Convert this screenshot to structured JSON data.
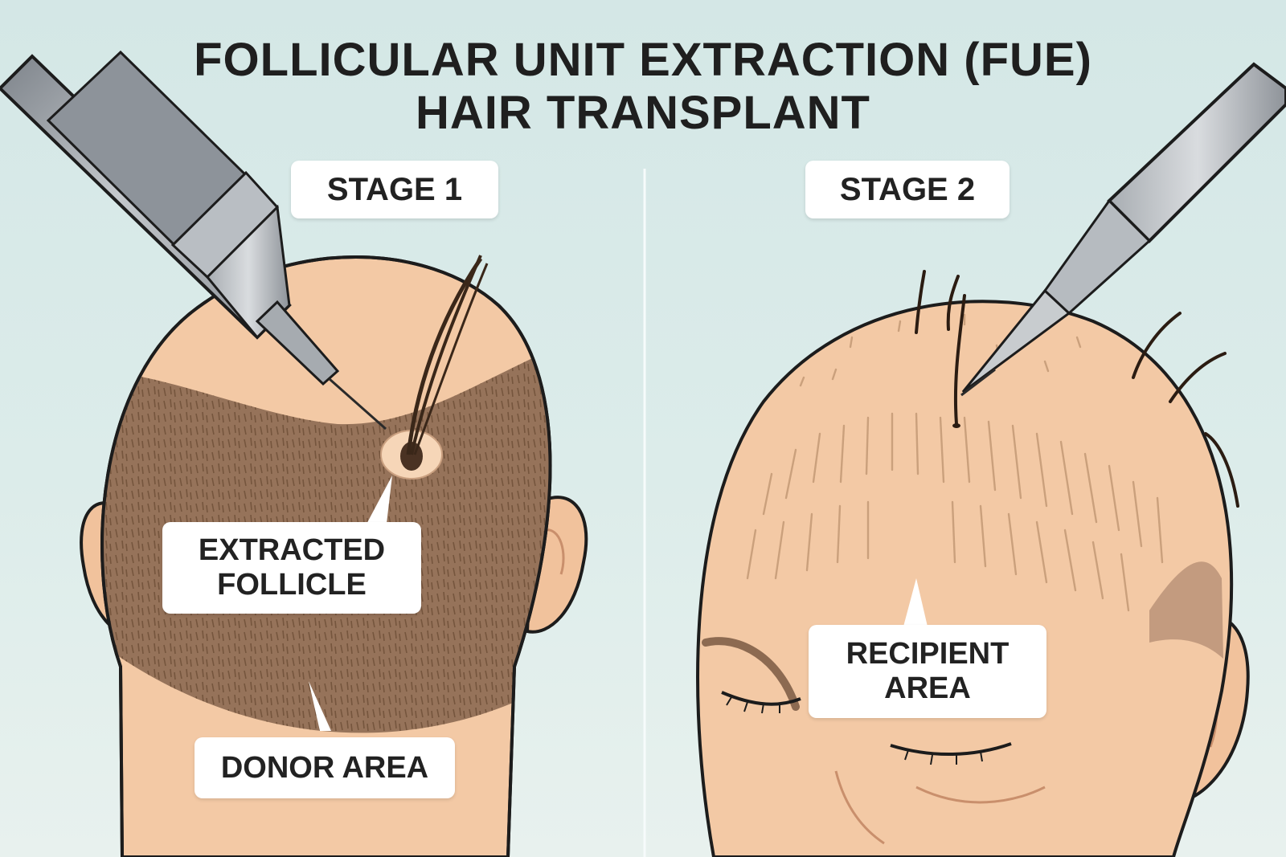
{
  "title": {
    "line1": "FOLLICULAR UNIT EXTRACTION (FUE)",
    "line2": "HAIR TRANSPLANT"
  },
  "panels": [
    {
      "stage_label": "STAGE 1",
      "callouts": [
        {
          "line1": "EXTRACTED",
          "line2": "FOLLICLE"
        },
        {
          "line1": "DONOR AREA"
        }
      ]
    },
    {
      "stage_label": "STAGE 2",
      "callouts": [
        {
          "line1": "RECIPIENT",
          "line2": "AREA"
        }
      ]
    }
  ],
  "colors": {
    "background": "#d6e8e7",
    "skin": "#f3c9a5",
    "hair": "#8f6b4e",
    "outline": "#1c1c1c",
    "instrument": "#9aa0a6",
    "label_background": "#ffffff"
  },
  "icons": [
    "fue-punch-instrument",
    "implanter-pen-instrument",
    "hair-follicle"
  ]
}
